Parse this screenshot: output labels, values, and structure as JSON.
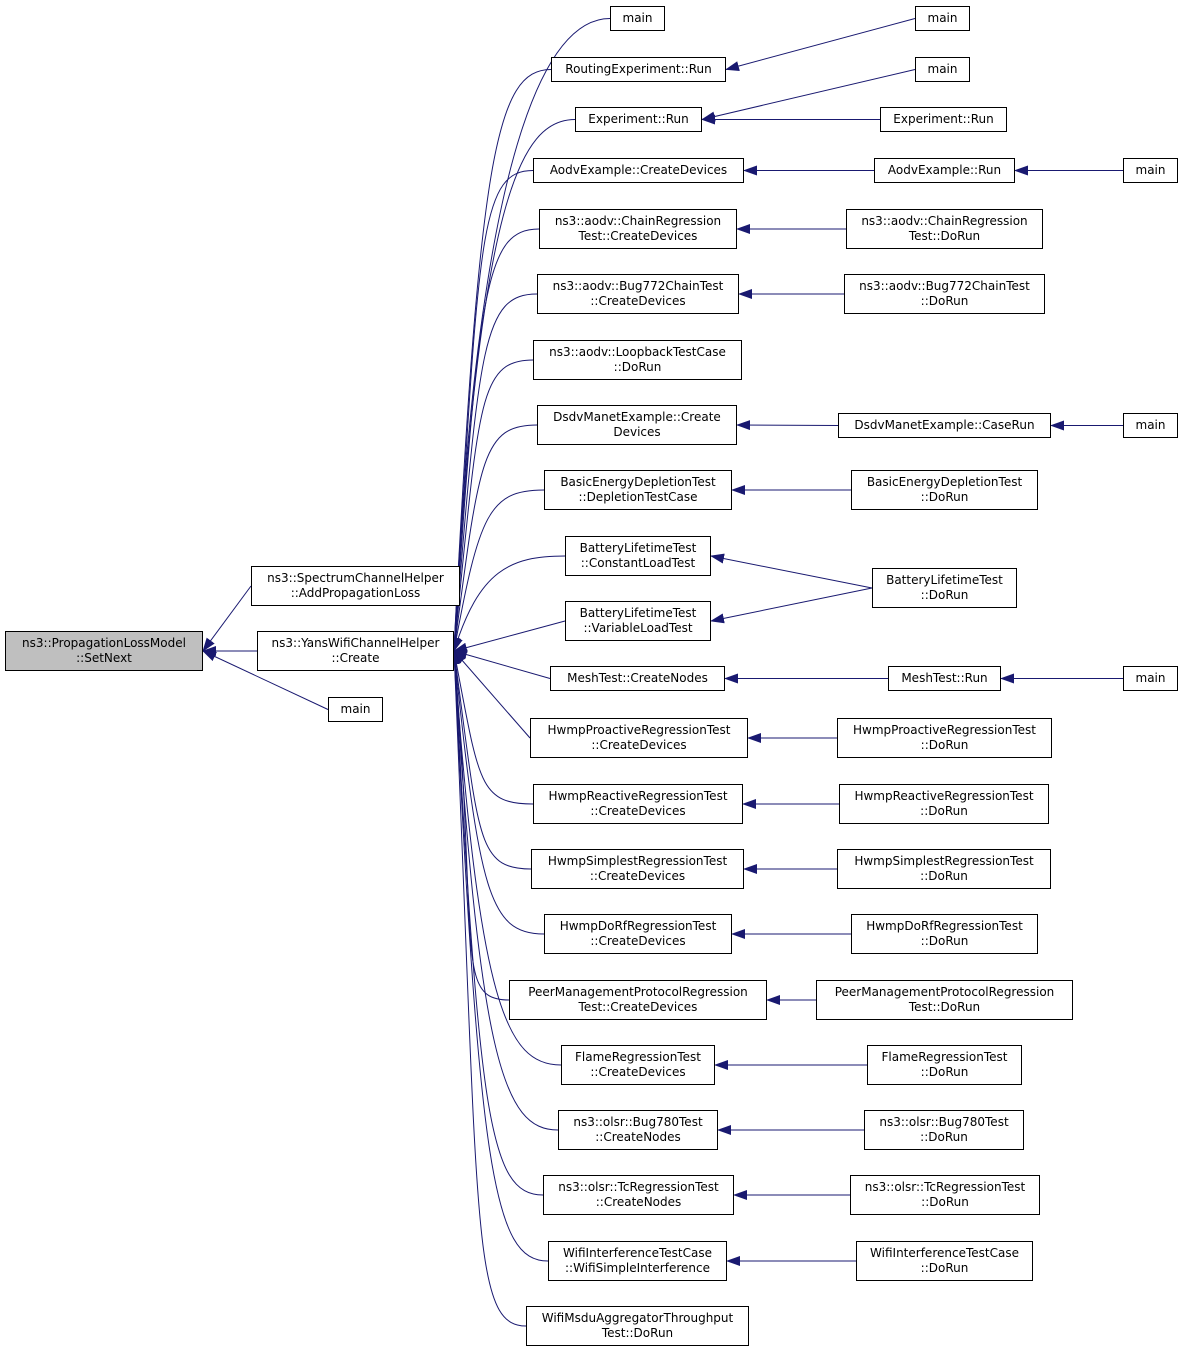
{
  "diagram": {
    "title": "",
    "colors": {
      "edge": "#191970",
      "node_border": "#000000",
      "node_fill": "#ffffff",
      "root_fill": "#bfbfbf"
    },
    "nodes": [
      {
        "id": "root",
        "lines": [
          "ns3::PropagationLossModel",
          "::SetNext"
        ],
        "is_root": true
      },
      {
        "id": "spectrum_add",
        "lines": [
          "ns3::SpectrumChannelHelper",
          "::AddPropagationLoss"
        ]
      },
      {
        "id": "yans_create",
        "lines": [
          "ns3::YansWifiChannelHelper",
          "::Create"
        ]
      },
      {
        "id": "main_a",
        "lines": [
          "main"
        ]
      },
      {
        "id": "main_b",
        "lines": [
          "main"
        ]
      },
      {
        "id": "routing_run",
        "lines": [
          "RoutingExperiment::Run"
        ]
      },
      {
        "id": "experiment_run",
        "lines": [
          "Experiment::Run"
        ]
      },
      {
        "id": "aodv_create",
        "lines": [
          "AodvExample::CreateDevices"
        ]
      },
      {
        "id": "chain_create",
        "lines": [
          "ns3::aodv::ChainRegression",
          "Test::CreateDevices"
        ]
      },
      {
        "id": "bug772_create",
        "lines": [
          "ns3::aodv::Bug772ChainTest",
          "::CreateDevices"
        ]
      },
      {
        "id": "loopback_dorun",
        "lines": [
          "ns3::aodv::LoopbackTestCase",
          "::DoRun"
        ]
      },
      {
        "id": "dsdv_create",
        "lines": [
          "DsdvManetExample::Create",
          "Devices"
        ]
      },
      {
        "id": "energy_case",
        "lines": [
          "BasicEnergyDepletionTest",
          "::DepletionTestCase"
        ]
      },
      {
        "id": "battery_const",
        "lines": [
          "BatteryLifetimeTest",
          "::ConstantLoadTest"
        ]
      },
      {
        "id": "battery_var",
        "lines": [
          "BatteryLifetimeTest",
          "::VariableLoadTest"
        ]
      },
      {
        "id": "mesh_create",
        "lines": [
          "MeshTest::CreateNodes"
        ]
      },
      {
        "id": "hwmp_pro_create",
        "lines": [
          "HwmpProactiveRegressionTest",
          "::CreateDevices"
        ]
      },
      {
        "id": "hwmp_re_create",
        "lines": [
          "HwmpReactiveRegressionTest",
          "::CreateDevices"
        ]
      },
      {
        "id": "hwmp_simp_create",
        "lines": [
          "HwmpSimplestRegressionTest",
          "::CreateDevices"
        ]
      },
      {
        "id": "hwmp_dorf_create",
        "lines": [
          "HwmpDoRfRegressionTest",
          "::CreateDevices"
        ]
      },
      {
        "id": "peer_create",
        "lines": [
          "PeerManagementProtocolRegression",
          "Test::CreateDevices"
        ]
      },
      {
        "id": "flame_create",
        "lines": [
          "FlameRegressionTest",
          "::CreateDevices"
        ]
      },
      {
        "id": "olsr780_create",
        "lines": [
          "ns3::olsr::Bug780Test",
          "::CreateNodes"
        ]
      },
      {
        "id": "olsrtc_create",
        "lines": [
          "ns3::olsr::TcRegressionTest",
          "::CreateNodes"
        ]
      },
      {
        "id": "wifiint_simple",
        "lines": [
          "WifiInterferenceTestCase",
          "::WifiSimpleInterference"
        ]
      },
      {
        "id": "msdu_dorun",
        "lines": [
          "WifiMsduAggregatorThroughput",
          "Test::DoRun"
        ]
      },
      {
        "id": "main_c",
        "lines": [
          "main"
        ]
      },
      {
        "id": "main_d",
        "lines": [
          "main"
        ]
      },
      {
        "id": "experiment_run2",
        "lines": [
          "Experiment::Run"
        ]
      },
      {
        "id": "aodv_run",
        "lines": [
          "AodvExample::Run"
        ]
      },
      {
        "id": "chain_dorun",
        "lines": [
          "ns3::aodv::ChainRegression",
          "Test::DoRun"
        ]
      },
      {
        "id": "bug772_dorun",
        "lines": [
          "ns3::aodv::Bug772ChainTest",
          "::DoRun"
        ]
      },
      {
        "id": "dsdv_caserun",
        "lines": [
          "DsdvManetExample::CaseRun"
        ]
      },
      {
        "id": "energy_dorun",
        "lines": [
          "BasicEnergyDepletionTest",
          "::DoRun"
        ]
      },
      {
        "id": "battery_dorun",
        "lines": [
          "BatteryLifetimeTest",
          "::DoRun"
        ]
      },
      {
        "id": "mesh_run",
        "lines": [
          "MeshTest::Run"
        ]
      },
      {
        "id": "hwmp_pro_dorun",
        "lines": [
          "HwmpProactiveRegressionTest",
          "::DoRun"
        ]
      },
      {
        "id": "hwmp_re_dorun",
        "lines": [
          "HwmpReactiveRegressionTest",
          "::DoRun"
        ]
      },
      {
        "id": "hwmp_simp_dorun",
        "lines": [
          "HwmpSimplestRegressionTest",
          "::DoRun"
        ]
      },
      {
        "id": "hwmp_dorf_dorun",
        "lines": [
          "HwmpDoRfRegressionTest",
          "::DoRun"
        ]
      },
      {
        "id": "peer_dorun",
        "lines": [
          "PeerManagementProtocolRegression",
          "Test::DoRun"
        ]
      },
      {
        "id": "flame_dorun",
        "lines": [
          "FlameRegressionTest",
          "::DoRun"
        ]
      },
      {
        "id": "olsr780_dorun",
        "lines": [
          "ns3::olsr::Bug780Test",
          "::DoRun"
        ]
      },
      {
        "id": "olsrtc_dorun",
        "lines": [
          "ns3::olsr::TcRegressionTest",
          "::DoRun"
        ]
      },
      {
        "id": "wifiint_dorun",
        "lines": [
          "WifiInterferenceTestCase",
          "::DoRun"
        ]
      },
      {
        "id": "main_e",
        "lines": [
          "main"
        ]
      },
      {
        "id": "main_f",
        "lines": [
          "main"
        ]
      },
      {
        "id": "main_g",
        "lines": [
          "main"
        ]
      }
    ],
    "edges": [
      {
        "from": "spectrum_add",
        "to": "root"
      },
      {
        "from": "yans_create",
        "to": "root"
      },
      {
        "from": "main_a",
        "to": "root"
      },
      {
        "from": "main_b",
        "to": "yans_create"
      },
      {
        "from": "routing_run",
        "to": "yans_create"
      },
      {
        "from": "experiment_run",
        "to": "yans_create"
      },
      {
        "from": "aodv_create",
        "to": "yans_create"
      },
      {
        "from": "chain_create",
        "to": "yans_create"
      },
      {
        "from": "bug772_create",
        "to": "yans_create"
      },
      {
        "from": "loopback_dorun",
        "to": "yans_create"
      },
      {
        "from": "dsdv_create",
        "to": "yans_create"
      },
      {
        "from": "energy_case",
        "to": "yans_create"
      },
      {
        "from": "battery_const",
        "to": "yans_create"
      },
      {
        "from": "battery_var",
        "to": "yans_create"
      },
      {
        "from": "mesh_create",
        "to": "yans_create"
      },
      {
        "from": "hwmp_pro_create",
        "to": "yans_create"
      },
      {
        "from": "hwmp_re_create",
        "to": "yans_create"
      },
      {
        "from": "hwmp_simp_create",
        "to": "yans_create"
      },
      {
        "from": "hwmp_dorf_create",
        "to": "yans_create"
      },
      {
        "from": "peer_create",
        "to": "yans_create"
      },
      {
        "from": "flame_create",
        "to": "yans_create"
      },
      {
        "from": "olsr780_create",
        "to": "yans_create"
      },
      {
        "from": "olsrtc_create",
        "to": "yans_create"
      },
      {
        "from": "wifiint_simple",
        "to": "yans_create"
      },
      {
        "from": "msdu_dorun",
        "to": "yans_create"
      },
      {
        "from": "main_c",
        "to": "routing_run"
      },
      {
        "from": "main_d",
        "to": "experiment_run"
      },
      {
        "from": "experiment_run2",
        "to": "experiment_run"
      },
      {
        "from": "aodv_run",
        "to": "aodv_create"
      },
      {
        "from": "chain_dorun",
        "to": "chain_create"
      },
      {
        "from": "bug772_dorun",
        "to": "bug772_create"
      },
      {
        "from": "dsdv_caserun",
        "to": "dsdv_create"
      },
      {
        "from": "energy_dorun",
        "to": "energy_case"
      },
      {
        "from": "battery_dorun",
        "to": "battery_const"
      },
      {
        "from": "battery_dorun",
        "to": "battery_var"
      },
      {
        "from": "mesh_run",
        "to": "mesh_create"
      },
      {
        "from": "hwmp_pro_dorun",
        "to": "hwmp_pro_create"
      },
      {
        "from": "hwmp_re_dorun",
        "to": "hwmp_re_create"
      },
      {
        "from": "hwmp_simp_dorun",
        "to": "hwmp_simp_create"
      },
      {
        "from": "hwmp_dorf_dorun",
        "to": "hwmp_dorf_create"
      },
      {
        "from": "peer_dorun",
        "to": "peer_create"
      },
      {
        "from": "flame_dorun",
        "to": "flame_create"
      },
      {
        "from": "olsr780_dorun",
        "to": "olsr780_create"
      },
      {
        "from": "olsrtc_dorun",
        "to": "olsrtc_create"
      },
      {
        "from": "wifiint_dorun",
        "to": "wifiint_simple"
      },
      {
        "from": "main_e",
        "to": "aodv_run"
      },
      {
        "from": "main_f",
        "to": "dsdv_caserun"
      },
      {
        "from": "main_g",
        "to": "mesh_run"
      }
    ]
  }
}
